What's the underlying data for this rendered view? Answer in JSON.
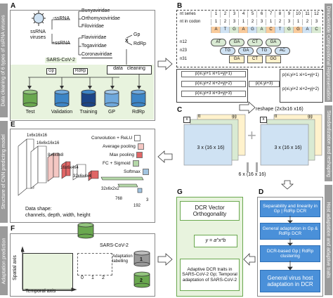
{
  "panels": {
    "A": "A",
    "B": "B",
    "C": "C",
    "D": "D",
    "E": "E",
    "F": "F",
    "G": "G"
  },
  "side_labels": {
    "left_a": "Data cleaning of 6 types of ssRNA viruses",
    "left_e": "Structure of CNN predicting model",
    "left_f": "Adaptation prediction",
    "right_b": "Dinucleotide Compositional Representation",
    "right_c": "Standardization and reshaping",
    "right_d": "Host adaptation and adaptive traits"
  },
  "panel_a": {
    "ssrna": "ssRNA viruses",
    "neg": "-ssRNA",
    "pos": "+ssRNA",
    "neg_families": [
      "Bunyaviridae",
      "Orthomyxoviridae",
      "Filoviridae"
    ],
    "pos_families": [
      "Flaviviridae",
      "Togaviridae",
      "Coronaviridae"
    ],
    "sars": "SARS-CoV-2",
    "gp": "Gp",
    "rdrp": "RdRp",
    "x": "X",
    "data": "data",
    "cleaning": "cleaning",
    "dbs": [
      "Test",
      "Validation",
      "Training",
      "GP",
      "RdRp"
    ]
  },
  "panel_b": {
    "rows": [
      {
        "label": "nt series",
        "cells": [
          "1",
          "2",
          "3",
          "4",
          "5",
          "6",
          "7",
          "8",
          "9",
          "10",
          "11",
          "12"
        ]
      },
      {
        "label": "nt in codon",
        "cells": [
          "1",
          "2",
          "3",
          "1",
          "2",
          "3",
          "1",
          "2",
          "3",
          "1",
          "2",
          "3"
        ]
      },
      {
        "label": "",
        "cells": [
          "A",
          "T",
          "G",
          "A",
          "G",
          "A",
          "C",
          "T",
          "G",
          "G",
          "A",
          "C"
        ]
      }
    ],
    "n_labels": [
      "n12",
      "n23",
      "n31"
    ],
    "n12": [
      "AT",
      "GA",
      "CT",
      "GA"
    ],
    "n23": [
      "TG",
      "GA",
      "TG",
      "AC"
    ],
    "n31": [
      "GA",
      "CT",
      "GG"
    ],
    "probs": [
      "p(xi,yi+1 xi+1=yj+1)",
      "p(xi,yi+2 xi+2=yj+2)",
      "p(xi,yi+3 xi+3=yj+3)"
    ],
    "mid": "p(xi,yi+3)",
    "right_probs": [
      "p(xi,yi+1 xi+1=yj+1)",
      "p(xi,yi+2 xi+2=yj+2)"
    ]
  },
  "reshape": "reshape (2x3x16 x16)",
  "panel_c": {
    "left_label": "3 x (16 x 16)",
    "right_label": "3 x (16 x 16)",
    "bottom": "6 x (16 x 16)",
    "x": "x",
    "tt": "tt",
    "gg": "gg"
  },
  "panel_e": {
    "layers": [
      "1x6x16x16",
      "16x6x16x16",
      "8x6x8x8",
      "16x6x4x4",
      "32x6x4x4",
      "32x6x2x2",
      "768",
      "192",
      "3"
    ],
    "legend": [
      {
        "label": "Convolution + ReLU",
        "color": "#ffffff"
      },
      {
        "label": "Average pooling",
        "color": "#f4c7c3"
      },
      {
        "label": "Max pooling",
        "color": "#e06666"
      },
      {
        "label": "FC + Sigmoid",
        "color": "#b4d7a8"
      },
      {
        "label": "Softmax",
        "color": "#a2c4e0"
      }
    ],
    "shape_title": "Data shape:",
    "shape_desc": "channels, depth, width, height"
  },
  "panel_f": {
    "sars": "SARS-CoV-2",
    "spatial": "Spatial axis",
    "temporal": "Temporal axis",
    "adapt": "Adaptation labelling",
    "nums": [
      "0",
      "1",
      "2"
    ],
    "db_nums": [
      "1",
      "2"
    ]
  },
  "panel_g": {
    "title": "DCR Vector Orthogonality",
    "formula": "y = a^x*b",
    "desc": "Adaptive DCR traits in SARS-CoV-2 Gp; Temporal adaptation of SARS-CoV-2"
  },
  "panel_d": {
    "items": [
      "Separability and linearity in Gp | RdRp DCR",
      "General adaptation in Gp & RdRp DCR",
      "DCR-based Gp | RdRp clustering"
    ],
    "final": "General virus host adaptation in DCR"
  }
}
